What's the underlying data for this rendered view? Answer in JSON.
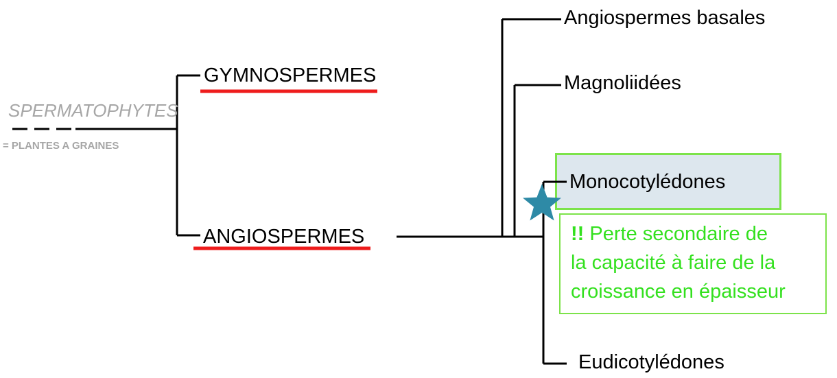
{
  "root": {
    "label": "SPERMATOPHYTES",
    "sublabel": "= PLANTES A GRAINES"
  },
  "clades": {
    "gymnosperms": "GYMNOSPERMES",
    "angiosperms": "ANGIOSPERMES"
  },
  "taxa": {
    "basal": "Angiospermes basales",
    "magnoliids": "Magnoliidées",
    "monocots": "Monocotylédones",
    "eudicots": "Eudicotylédones"
  },
  "note": {
    "marker": "!!",
    "line1": "Perte secondaire  de",
    "line2": "la capacité à faire de la",
    "line3": "croissance en épaisseur"
  },
  "colors": {
    "underline": "#ee1c1c",
    "highlight_border": "#7ce34a",
    "highlight_fill": "#dde7ee",
    "note_text": "#33e01e",
    "star": "#2e8aa6",
    "root_text": "#a6a6a6"
  },
  "icons": {
    "event_marker": "star-icon"
  }
}
